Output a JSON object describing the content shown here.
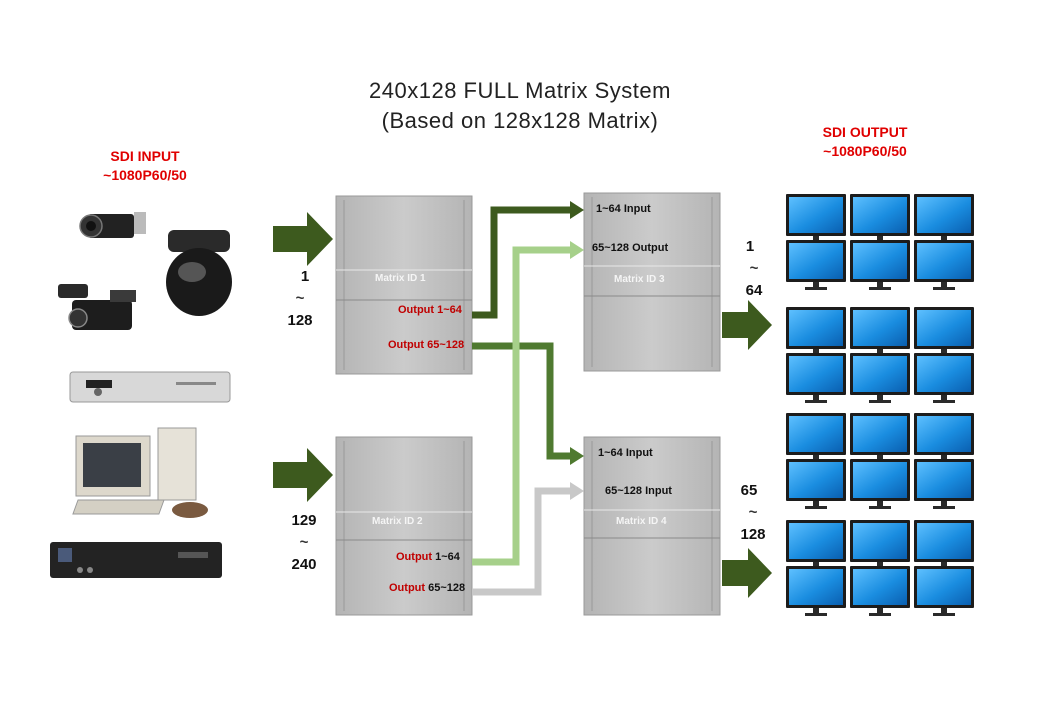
{
  "title": {
    "line1": "240x128  FULL Matrix System",
    "line2": "(Based  on  128x128  Matrix)"
  },
  "input": {
    "heading": "SDI INPUT",
    "format": "~1080P60/50",
    "range1": {
      "start": "1",
      "sep": "~",
      "end": "128"
    },
    "range2": {
      "start": "129",
      "sep": "~",
      "end": "240"
    },
    "devices": [
      "box-camera-icon",
      "camcorder-icon",
      "dome-camera-icon",
      "dvr-icon",
      "desktop-pc-icon",
      "set-top-box-icon"
    ]
  },
  "output": {
    "heading": "SDI OUTPUT",
    "format": "~1080P60/50",
    "range1": {
      "start": "1",
      "sep": "~",
      "end": "64"
    },
    "range2": {
      "start": "65",
      "sep": "~",
      "end": "128"
    }
  },
  "matrices": {
    "m1": {
      "id": "Matrix ID 1",
      "out_a_prefix": "Output",
      "out_a_range": " 1~64",
      "out_b_prefix": "Output",
      "out_b_range": " 65~128"
    },
    "m2": {
      "id": "Matrix ID 2",
      "out_a_prefix": "Output",
      "out_a_range": " 1~64",
      "out_b_prefix": "Output",
      "out_b_range": " 65~128"
    },
    "m3": {
      "id": "Matrix ID 3",
      "in_a": "1~64 Input",
      "in_b": "65~128 Output"
    },
    "m4": {
      "id": "Matrix ID 4",
      "in_a": "1~64 Input",
      "in_b": "65~128 Input"
    }
  },
  "colors": {
    "arrow_dark": "#3d5a1e",
    "link_mid": "#4f7a30",
    "link_light": "#a6d08a",
    "link_gray": "#c8c8c8",
    "chassis": "#c4c4c4",
    "screen": "#1a8de0",
    "heading_red": "#e00000"
  }
}
